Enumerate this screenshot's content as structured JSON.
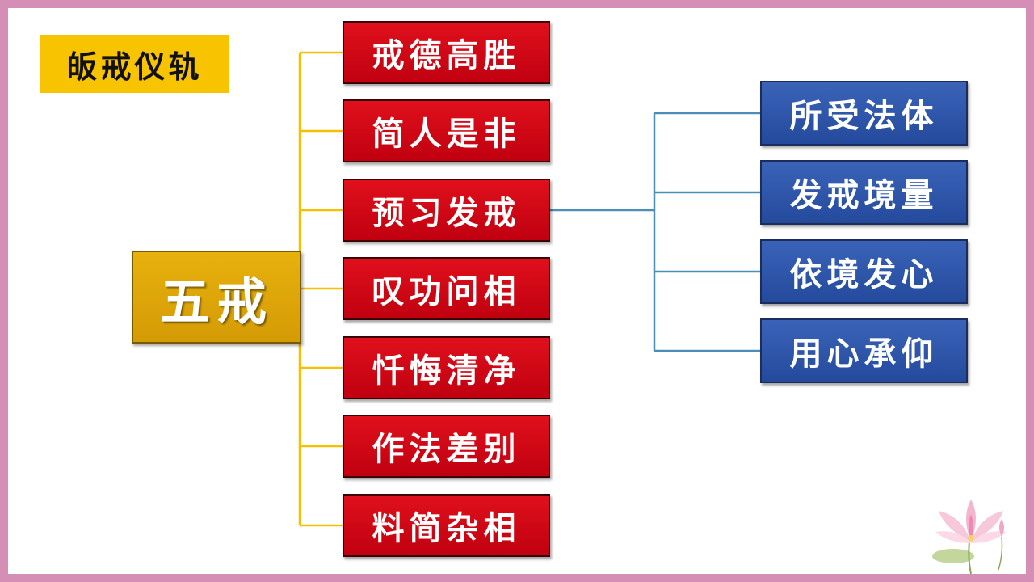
{
  "title": "皈戒仪轨",
  "root": "五戒",
  "branches": [
    "戒德高胜",
    "简人是非",
    "预习发戒",
    "叹功问相",
    "忏悔清净",
    "作法差别",
    "料简杂相"
  ],
  "sub_parent": "预习发戒",
  "sub_branches": [
    "所受法体",
    "发戒境量",
    "依境发心",
    "用心承仰"
  ],
  "colors": {
    "frame": "#d58fb6",
    "title_bg": "#f8c300",
    "root_bg": "#e0a90a",
    "branch_bg": "#d40a18",
    "sub_bg": "#2f56a8",
    "yellow_line": "#f5c000",
    "blue_line": "#4a8fb8"
  },
  "decoration": "lotus-flower"
}
